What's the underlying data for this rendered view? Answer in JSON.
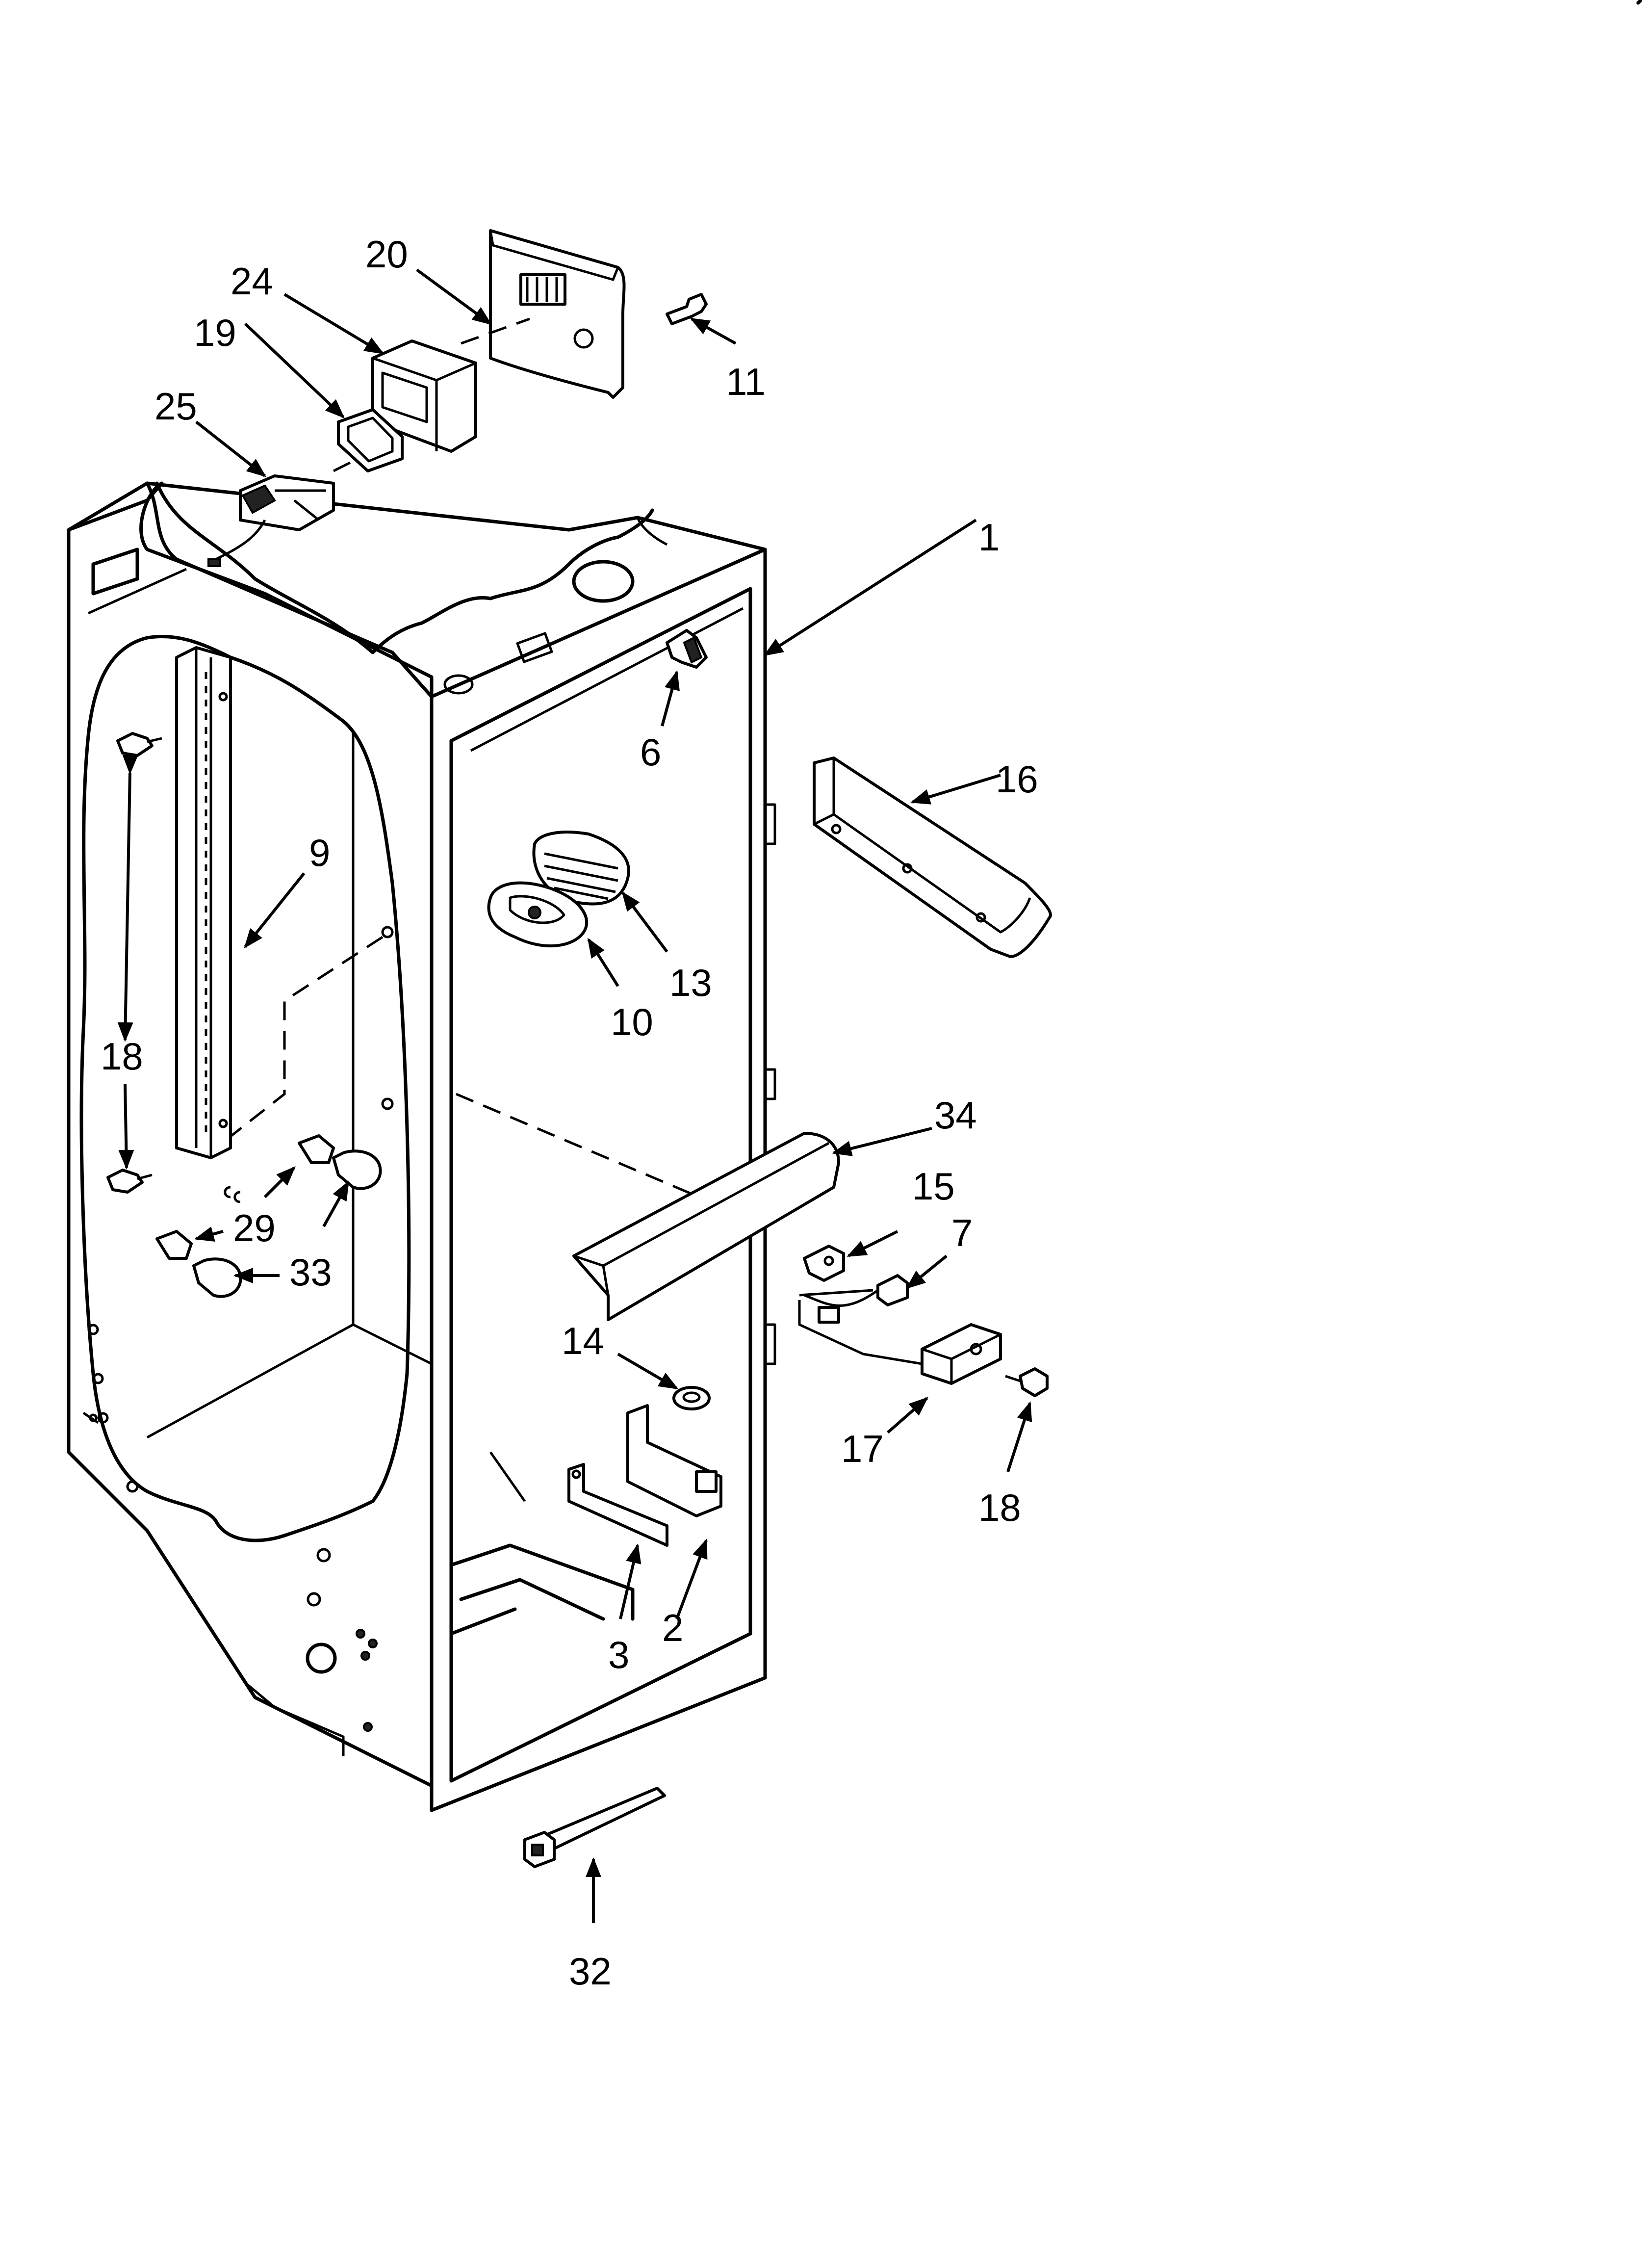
{
  "callouts": [
    {
      "id": "c1",
      "label": "1"
    },
    {
      "id": "c2",
      "label": "2"
    },
    {
      "id": "c3",
      "label": "3"
    },
    {
      "id": "c6",
      "label": "6"
    },
    {
      "id": "c7",
      "label": "7"
    },
    {
      "id": "c9",
      "label": "9"
    },
    {
      "id": "c10",
      "label": "10"
    },
    {
      "id": "c11",
      "label": "11"
    },
    {
      "id": "c13",
      "label": "13"
    },
    {
      "id": "c14",
      "label": "14"
    },
    {
      "id": "c15",
      "label": "15"
    },
    {
      "id": "c16",
      "label": "16"
    },
    {
      "id": "c17",
      "label": "17"
    },
    {
      "id": "c18a",
      "label": "18"
    },
    {
      "id": "c18b",
      "label": "18"
    },
    {
      "id": "c19",
      "label": "19"
    },
    {
      "id": "c20",
      "label": "20"
    },
    {
      "id": "c24",
      "label": "24"
    },
    {
      "id": "c25",
      "label": "25"
    },
    {
      "id": "c29",
      "label": "29"
    },
    {
      "id": "c32",
      "label": "32"
    },
    {
      "id": "c33",
      "label": "33"
    },
    {
      "id": "c34",
      "label": "34"
    }
  ]
}
